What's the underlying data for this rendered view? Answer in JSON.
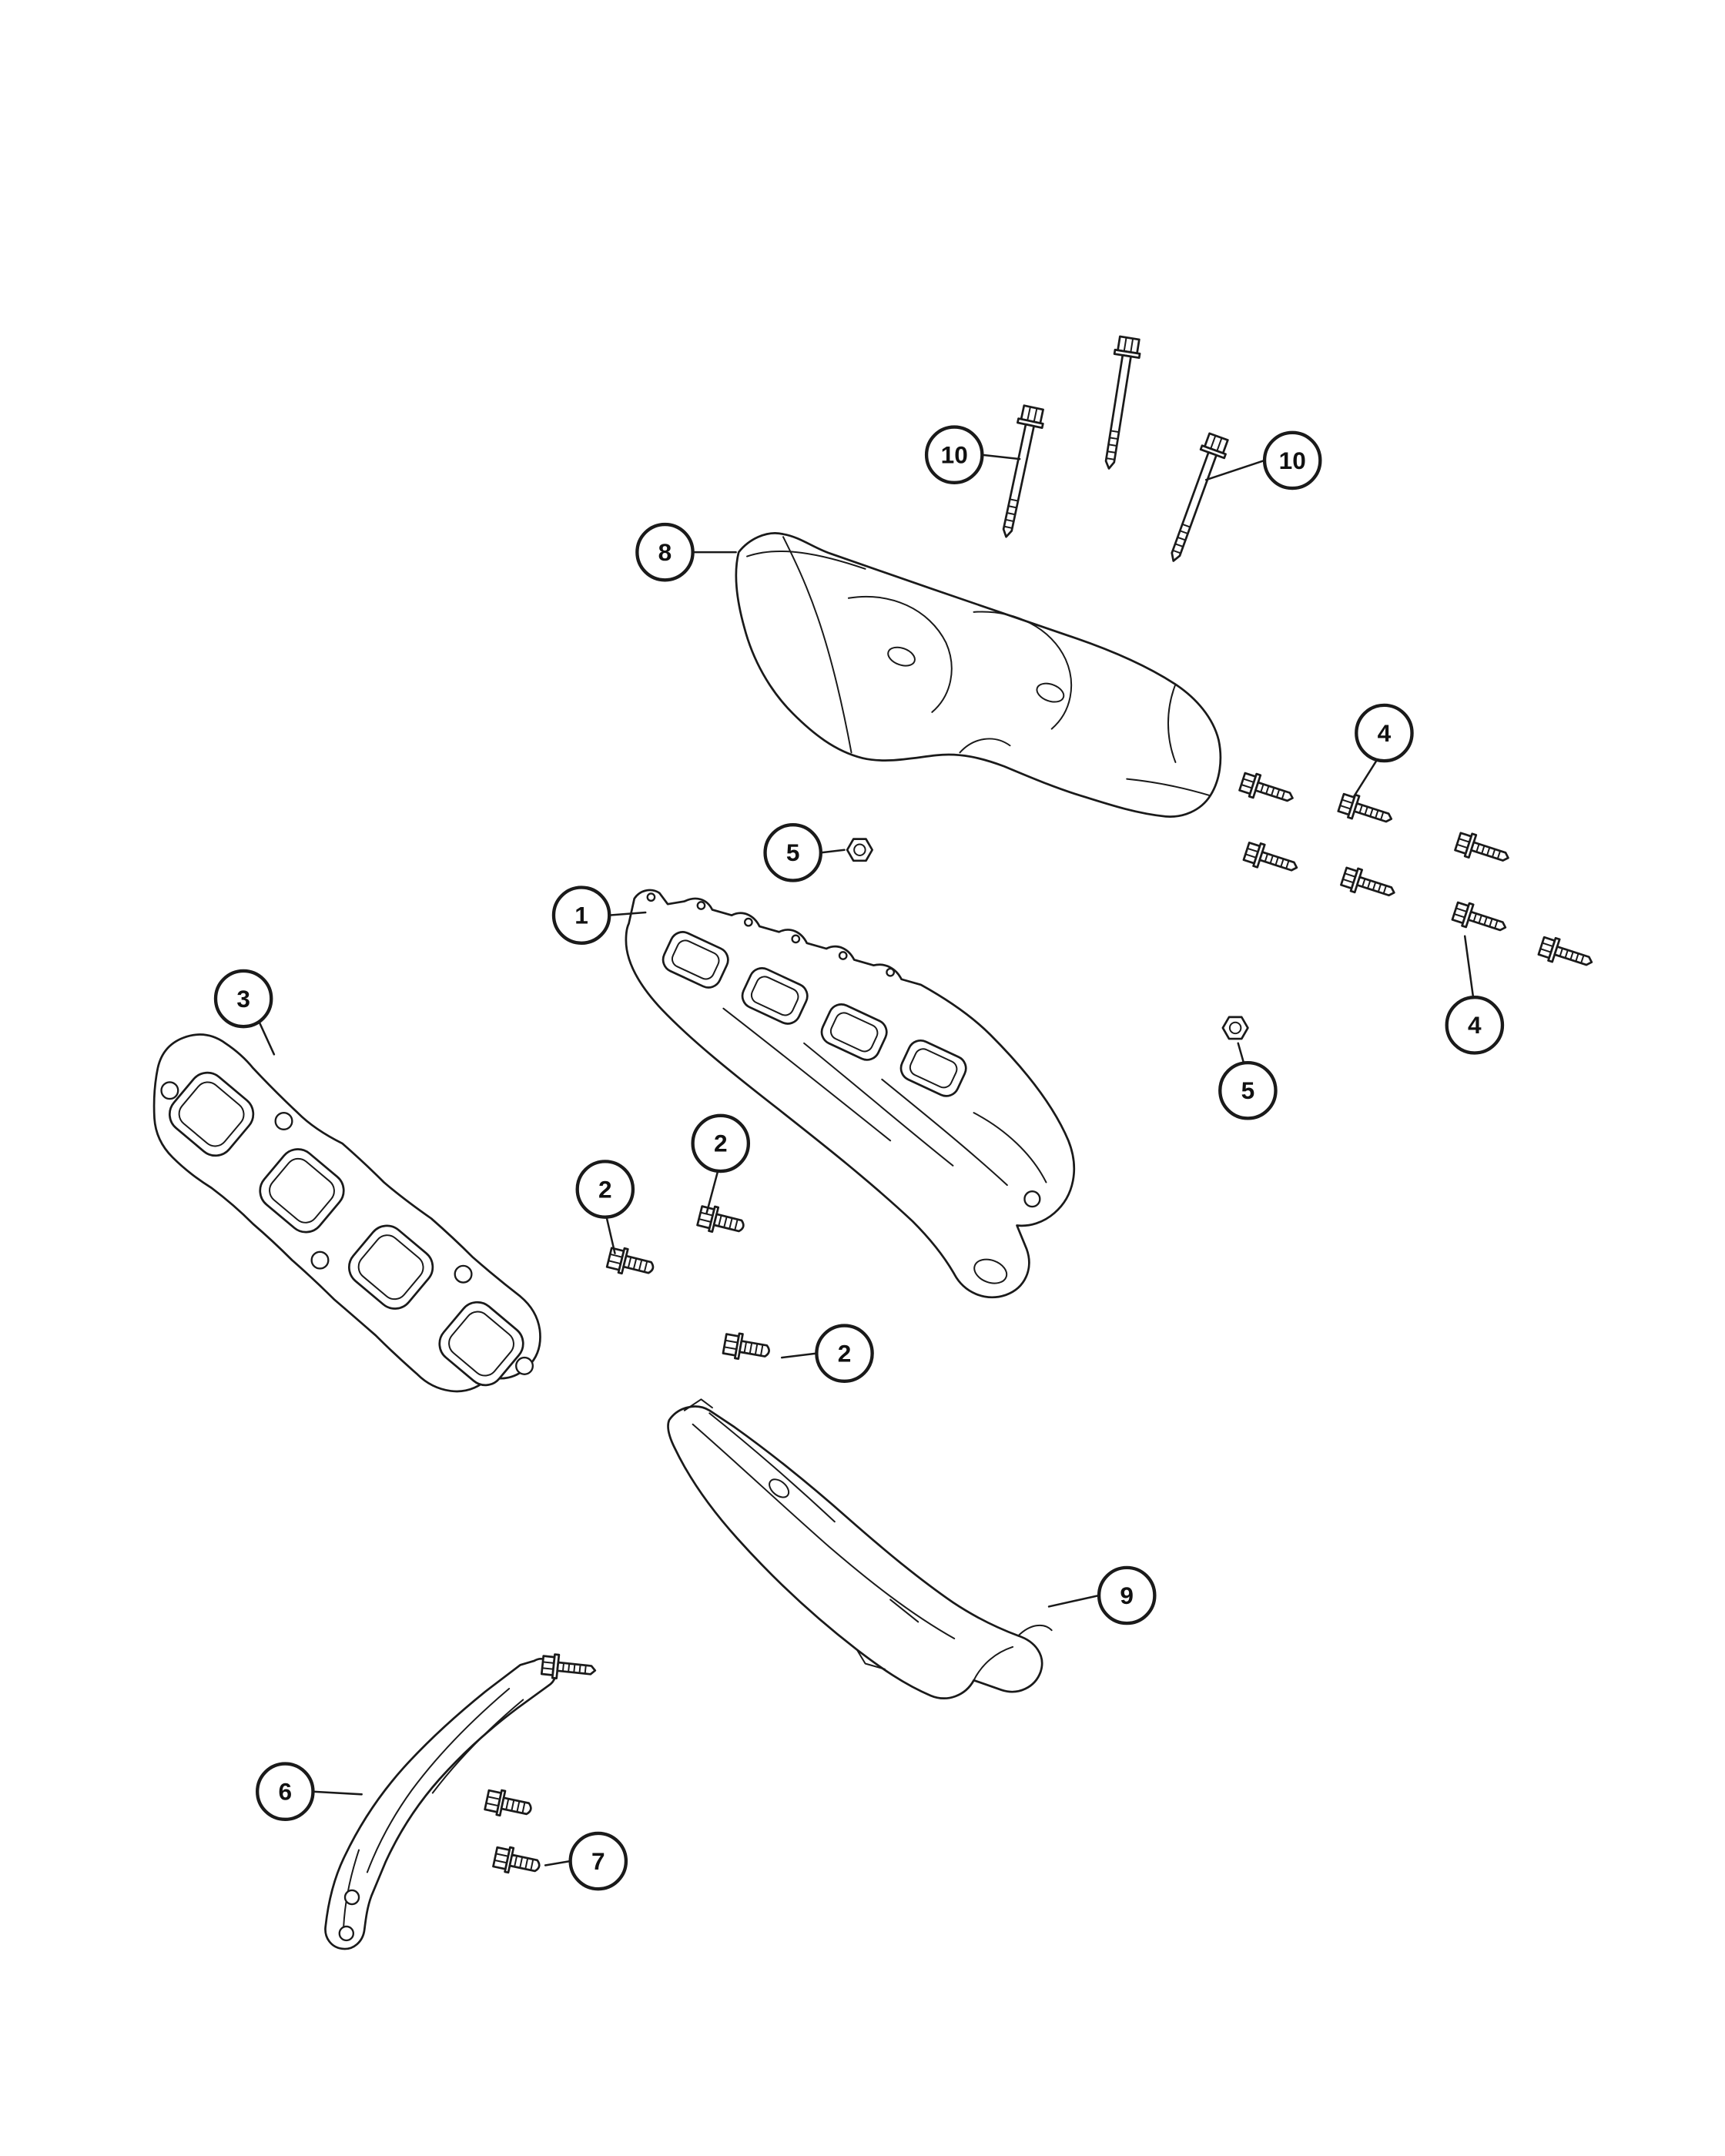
{
  "canvas": {
    "background": "#ffffff",
    "line_color": "#1a1a1a"
  },
  "callouts": [
    {
      "label": "10"
    },
    {
      "label": "10"
    },
    {
      "label": "8"
    },
    {
      "label": "4"
    },
    {
      "label": "5"
    },
    {
      "label": "1"
    },
    {
      "label": "3"
    },
    {
      "label": "5"
    },
    {
      "label": "4"
    },
    {
      "label": "2"
    },
    {
      "label": "2"
    },
    {
      "label": "2"
    },
    {
      "label": "9"
    },
    {
      "label": "6"
    },
    {
      "label": "7"
    }
  ]
}
